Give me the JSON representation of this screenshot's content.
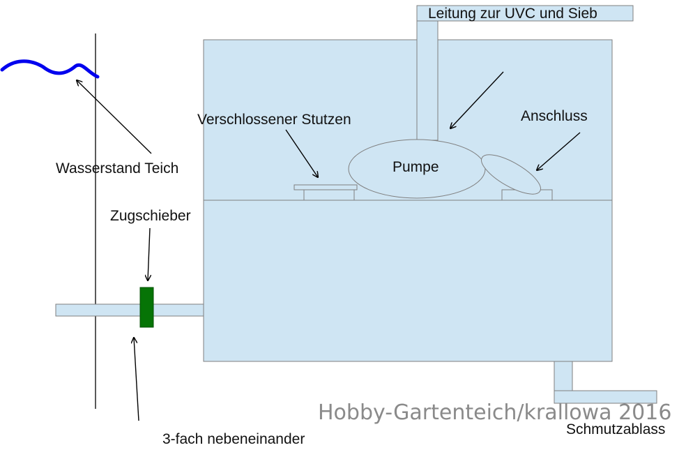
{
  "labels": {
    "leitung": "Leitung zur UVC und Sieb",
    "stutzen": "Verschlossener Stutzen",
    "anschluss": "Anschluss",
    "pumpe": "Pumpe",
    "wasserstand": "Wasserstand Teich",
    "zugschieber": "Zugschieber",
    "dreifach": "3-fach nebeneinander",
    "schmutzablass": "Schmutzablass"
  },
  "watermark": "Hobby-Gartenteich/krallowa 2016",
  "colors": {
    "water_fill": "#cfe5f3",
    "outline": "#7f7f7f",
    "wave": "#0000ee",
    "valve": "#067406",
    "arrow": "#000000"
  }
}
